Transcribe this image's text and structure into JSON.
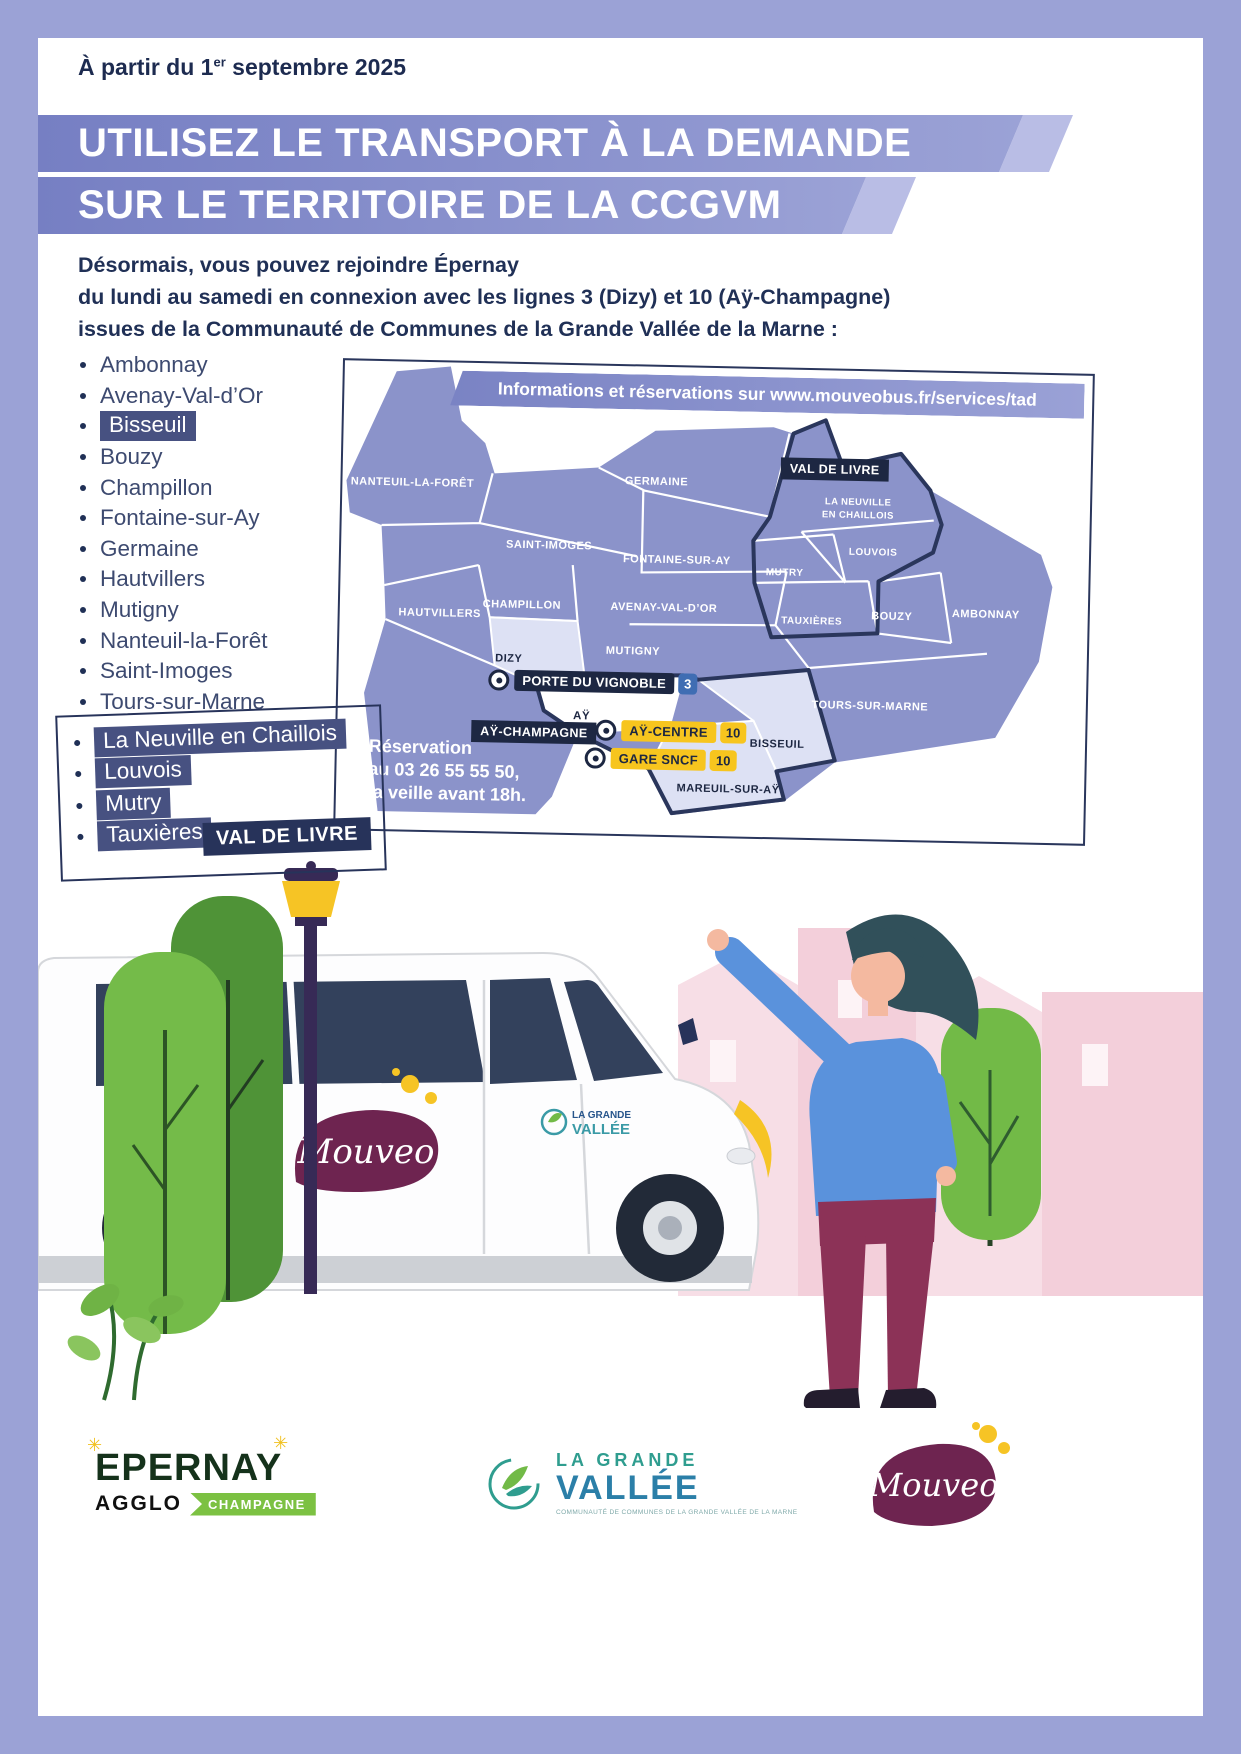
{
  "header": {
    "date_pre": "À partir du 1",
    "date_sup": "er",
    "date_post": " septembre 2025",
    "title_line1": "UTILISEZ LE TRANSPORT À LA DEMANDE",
    "title_line2": "SUR LE TERRITOIRE DE LA CCGVM"
  },
  "intro": {
    "line1": "Désormais, vous pouvez rejoindre Épernay",
    "line2": "du lundi au samedi en connexion avec les lignes 3 (Dizy) et 10 (Aÿ-Champagne)",
    "line3": "issues de la Communauté de Communes de la Grande Vallée de la Marne :"
  },
  "communes": {
    "items": [
      {
        "label": "Ambonnay",
        "highlight": false
      },
      {
        "label": "Avenay-Val-d’Or",
        "highlight": false
      },
      {
        "label": "Bisseuil",
        "highlight": true
      },
      {
        "label": "Bouzy",
        "highlight": false
      },
      {
        "label": "Champillon",
        "highlight": false
      },
      {
        "label": "Fontaine-sur-Ay",
        "highlight": false
      },
      {
        "label": "Germaine",
        "highlight": false
      },
      {
        "label": "Hautvillers",
        "highlight": false
      },
      {
        "label": "Mutigny",
        "highlight": false
      },
      {
        "label": "Nanteuil-la-Forêt",
        "highlight": false
      },
      {
        "label": "Saint-Imoges",
        "highlight": false
      },
      {
        "label": "Tours-sur-Marne",
        "highlight": false
      }
    ],
    "boxed_items": [
      {
        "label": "La Neuville en Chaillois"
      },
      {
        "label": "Louvois"
      },
      {
        "label": "Mutry"
      },
      {
        "label": "Tauxières"
      }
    ],
    "boxed_caption": "VAL DE LIVRE"
  },
  "map": {
    "info_banner": "Informations et réservations sur www.mouveobus.fr/services/tad",
    "reservation": {
      "line1": "Réservation",
      "line2": "au 03 26 55 55 50,",
      "line3": "la veille avant 18h."
    },
    "regions": {
      "nanteuil": "NANTEUIL-LA-FORÊT",
      "saint_imoges": "SAIN T-IMOGES",
      "germaine": "GERMAINE",
      "fontaine": "FONTAINE-SUR-AY",
      "hautvillers": "HAUTVILLERS",
      "champillon": "CHAMPILLON",
      "avenay": "AVENAY-VAL-D’OR",
      "mutigny": "MUTIGNY",
      "dizy": "DIZY",
      "ay": "AŸ",
      "mareuil": "MAREUIL-SUR-AŸ",
      "bisseuil": "BISSEUIL",
      "tours": "TOURS-SUR-MARNE",
      "tauxieres": "TAUXIÈRES",
      "bouzy": "BOUZY",
      "ambonnay": "AMBONNAY",
      "mutry": "MUTRY",
      "louvois": "LOUVOIS",
      "neuville_line1": "LA NEUVILLE",
      "neuville_line2": "EN CHAILLOIS",
      "val_de_livre": "VAL DE LIVRE",
      "ay_champagne": "AŸ-CHAMPAGNE"
    },
    "stops": {
      "porte_du_vignoble": {
        "label": "PORTE DU VIGNOBLE",
        "line": "3"
      },
      "ay_centre": {
        "label": "AŸ-CENTRE",
        "line": "10"
      },
      "gare_sncf": {
        "label": "GARE SNCF",
        "line": "10"
      }
    }
  },
  "van": {
    "brand": "Mouveo",
    "logo_line1": "LA GRANDE",
    "logo_line2": "VALLÉE"
  },
  "footer": {
    "epernay": {
      "name": "EPERNAY",
      "sub1": "AGGLO",
      "sub2": "CHAMPAGNE"
    },
    "grande_vallee": {
      "line1": "LA GRANDE",
      "line2": "VALLÉE",
      "caption": "COMMUNAUTÉ DE COMMUNES DE LA GRANDE VALLÉE DE LA MARNE"
    },
    "mouveo": {
      "name": "Mouveo"
    }
  },
  "colors": {
    "frame": "#9ba2d6",
    "banner": "#7d85c5",
    "navy": "#27335a",
    "highlight": "#475181",
    "map_purple": "#8b93ca",
    "map_light": "#dde1f4",
    "yellow": "#f6c425",
    "line_blue": "#3f6db3",
    "green": "#72ba47",
    "pink": "#f2cdd8",
    "plum": "#6e2450",
    "sweater_blue": "#5a92dc",
    "pants_plum": "#8c3257"
  }
}
